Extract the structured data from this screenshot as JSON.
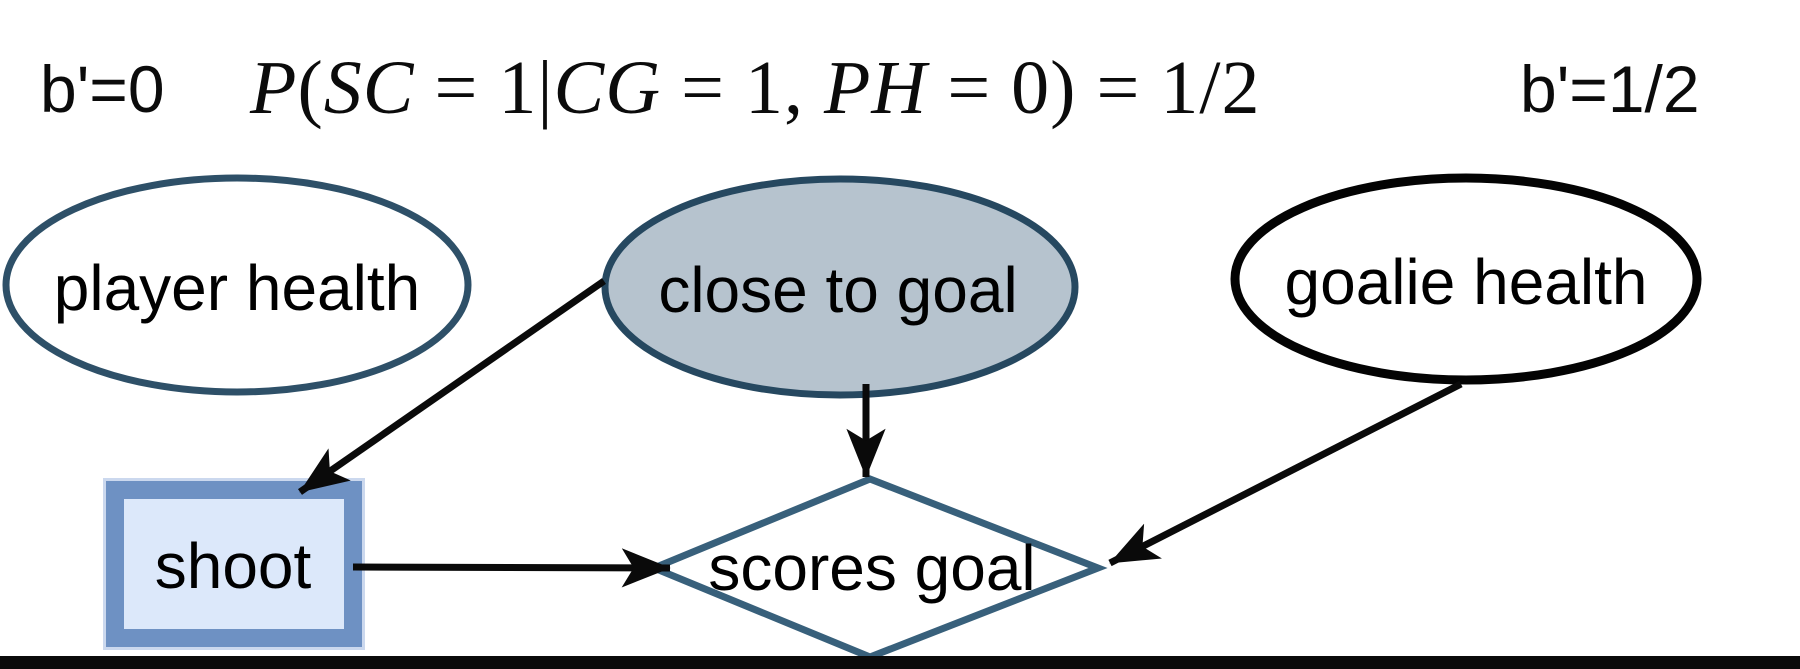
{
  "annotations": {
    "left_belief": "b'=0",
    "right_belief": "b'=1/2",
    "formula": "P(SC = 1|CG = 1, PH = 0) = 1/2",
    "formula_segments": [
      {
        "t": "P",
        "i": true
      },
      {
        "t": "(",
        "i": false
      },
      {
        "t": "SC",
        "i": true
      },
      {
        "t": " = 1",
        "i": false
      },
      {
        "t": "|",
        "i": false
      },
      {
        "t": "CG",
        "i": true
      },
      {
        "t": " = 1, ",
        "i": false
      },
      {
        "t": "PH",
        "i": true
      },
      {
        "t": " = 0) = 1/2",
        "i": false
      }
    ]
  },
  "graph": {
    "nodes": [
      {
        "id": "player-health",
        "label": "player health",
        "shape": "ellipse",
        "fill": "#ffffff",
        "stroke": "#2e5068"
      },
      {
        "id": "close-to-goal",
        "label": "close to goal",
        "shape": "ellipse",
        "fill": "#b6c3ce",
        "stroke": "#264860"
      },
      {
        "id": "goalie-health",
        "label": "goalie health",
        "shape": "ellipse",
        "fill": "#ffffff",
        "stroke": "#030303"
      },
      {
        "id": "shoot",
        "label": "shoot",
        "shape": "rect",
        "fill": "#dce8fa",
        "stroke": "#6e91c3"
      },
      {
        "id": "scores-goal",
        "label": "scores goal",
        "shape": "diamond",
        "fill": "#ffffff",
        "stroke": "#38607b"
      }
    ],
    "edges": [
      {
        "from": "close-to-goal",
        "to": "shoot"
      },
      {
        "from": "close-to-goal",
        "to": "scores-goal"
      },
      {
        "from": "shoot",
        "to": "scores-goal"
      },
      {
        "from": "goalie-health",
        "to": "scores-goal"
      }
    ]
  },
  "colors": {
    "edge": "#0a0a0a",
    "bottom_bar": "#0a0a0a",
    "shoot_outer_halo": "#cbd8ee",
    "highlight_node_fill": "#b6c3ce"
  }
}
